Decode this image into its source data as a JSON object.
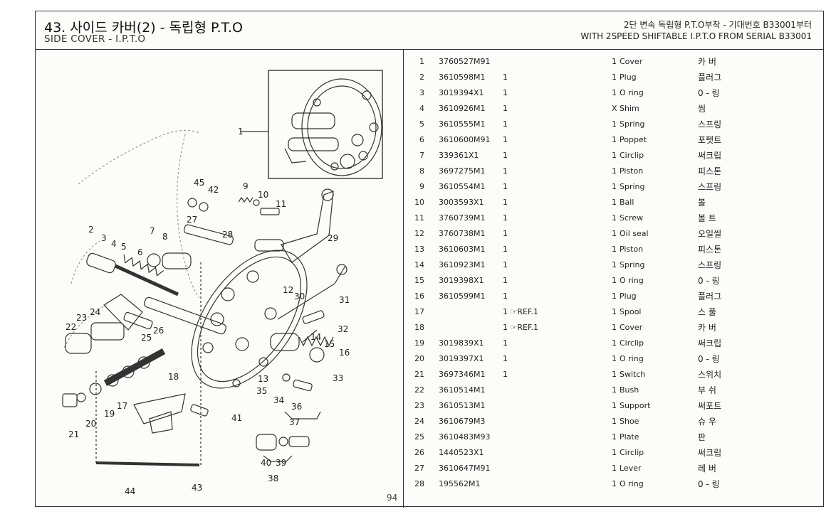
{
  "header": {
    "title": "43. 사이드 카버(2) - 독립형 P.T.O",
    "subtitle": "SIDE COVER - I.P.T.O",
    "right_line1": "2단 변속 독립형 P.T.O부착 - 기대번호 B33001부터",
    "right_line2": "WITH 2SPEED SHIFTABLE I.P.T.O FROM SERIAL B33001"
  },
  "page_number": "94",
  "diagram_labels": [
    "1",
    "2",
    "3",
    "4",
    "5",
    "6",
    "7",
    "8",
    "9",
    "10",
    "11",
    "12",
    "13",
    "14",
    "15",
    "16",
    "17",
    "18",
    "19",
    "20",
    "21",
    "22",
    "23",
    "24",
    "25",
    "26",
    "27",
    "28",
    "29",
    "30",
    "31",
    "32",
    "33",
    "34",
    "35",
    "36",
    "37",
    "38",
    "39",
    "40",
    "41",
    "42",
    "43",
    "44",
    "45"
  ],
  "parts": [
    {
      "no": "1",
      "part": "3760527M91",
      "sub": "",
      "qty": "1",
      "desc": "Cover",
      "ko": "카 버"
    },
    {
      "no": "2",
      "part": "3610598M1",
      "sub": "1",
      "qty": "1",
      "desc": "Plug",
      "ko": "플러그"
    },
    {
      "no": "3",
      "part": "3019394X1",
      "sub": "1",
      "qty": "1",
      "desc": "O ring",
      "ko": "0 - 링"
    },
    {
      "no": "4",
      "part": "3610926M1",
      "sub": "1",
      "qty": "X",
      "desc": "Shim",
      "ko": "씸"
    },
    {
      "no": "5",
      "part": "3610555M1",
      "sub": "1",
      "qty": "1",
      "desc": "Spring",
      "ko": "스프링"
    },
    {
      "no": "6",
      "part": "3610600M91",
      "sub": "1",
      "qty": "1",
      "desc": "Poppet",
      "ko": "포펫트"
    },
    {
      "no": "7",
      "part": "339361X1",
      "sub": "1",
      "qty": "1",
      "desc": "Circlip",
      "ko": "써크립"
    },
    {
      "no": "8",
      "part": "3697275M1",
      "sub": "1",
      "qty": "1",
      "desc": "Piston",
      "ko": "피스톤"
    },
    {
      "no": "9",
      "part": "3610554M1",
      "sub": "1",
      "qty": "1",
      "desc": "Spring",
      "ko": "스프링"
    },
    {
      "no": "10",
      "part": "3003593X1",
      "sub": "1",
      "qty": "1",
      "desc": "Ball",
      "ko": "볼"
    },
    {
      "no": "11",
      "part": "3760739M1",
      "sub": "1",
      "qty": "1",
      "desc": "Screw",
      "ko": "볼 트"
    },
    {
      "no": "12",
      "part": "3760738M1",
      "sub": "1",
      "qty": "1",
      "desc": "Oil seal",
      "ko": "오일씰"
    },
    {
      "no": "13",
      "part": "3610603M1",
      "sub": "1",
      "qty": "1",
      "desc": "Piston",
      "ko": "피스톤"
    },
    {
      "no": "14",
      "part": "3610923M1",
      "sub": "1",
      "qty": "1",
      "desc": "Spring",
      "ko": "스프링"
    },
    {
      "no": "15",
      "part": "3019398X1",
      "sub": "1",
      "qty": "1",
      "desc": "O ring",
      "ko": "0 - 링"
    },
    {
      "no": "16",
      "part": "3610599M1",
      "sub": "1",
      "qty": "1",
      "desc": "Plug",
      "ko": "플러그"
    },
    {
      "no": "17",
      "part": "",
      "sub": "1 ☞REF.1",
      "qty": "1",
      "desc": "Spool",
      "ko": "스 풀"
    },
    {
      "no": "18",
      "part": "",
      "sub": "1 ☞REF.1",
      "qty": "1",
      "desc": "Cover",
      "ko": "카 버"
    },
    {
      "no": "19",
      "part": "3019839X1",
      "sub": "1",
      "qty": "1",
      "desc": "Circlip",
      "ko": "써크립"
    },
    {
      "no": "20",
      "part": "3019397X1",
      "sub": "1",
      "qty": "1",
      "desc": "O ring",
      "ko": "0 - 링"
    },
    {
      "no": "21",
      "part": "3697346M1",
      "sub": "1",
      "qty": "1",
      "desc": "Switch",
      "ko": "스위치"
    },
    {
      "no": "22",
      "part": "3610514M1",
      "sub": "",
      "qty": "1",
      "desc": "Bush",
      "ko": "부 쉬"
    },
    {
      "no": "23",
      "part": "3610513M1",
      "sub": "",
      "qty": "1",
      "desc": "Support",
      "ko": "써포트"
    },
    {
      "no": "24",
      "part": "3610679M3",
      "sub": "",
      "qty": "1",
      "desc": "Shoe",
      "ko": "슈 우"
    },
    {
      "no": "25",
      "part": "3610483M93",
      "sub": "",
      "qty": "1",
      "desc": "Plate",
      "ko": "판"
    },
    {
      "no": "26",
      "part": "1440523X1",
      "sub": "",
      "qty": "1",
      "desc": "Circlip",
      "ko": "써크립"
    },
    {
      "no": "27",
      "part": "3610647M91",
      "sub": "",
      "qty": "1",
      "desc": "Lever",
      "ko": "레 버"
    },
    {
      "no": "28",
      "part": "195562M1",
      "sub": "",
      "qty": "1",
      "desc": "O ring",
      "ko": "0 - 링"
    }
  ]
}
